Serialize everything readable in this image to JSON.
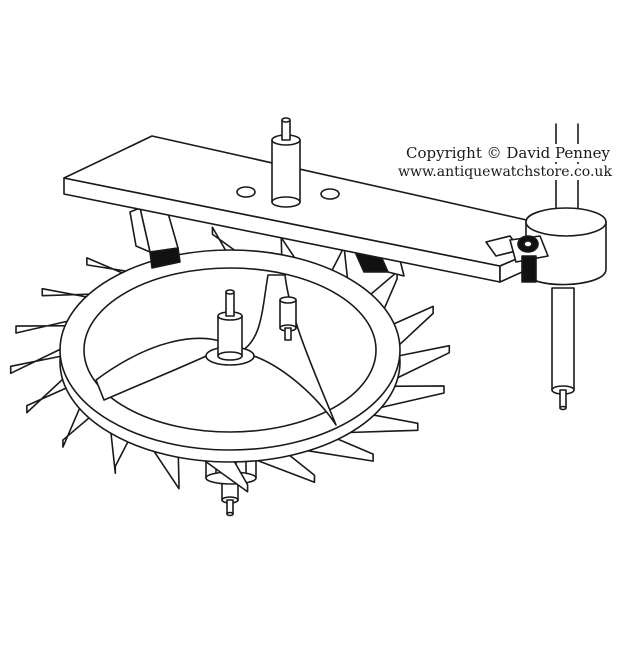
{
  "credit": {
    "copyright": "Copyright © David Penney",
    "website": "www.antiquewatchstore.co.uk"
  },
  "colors": {
    "stroke": "#1a1a1a",
    "fill": "#ffffff",
    "dark": "#111111"
  },
  "wheel": {
    "tooth_count": 20
  }
}
